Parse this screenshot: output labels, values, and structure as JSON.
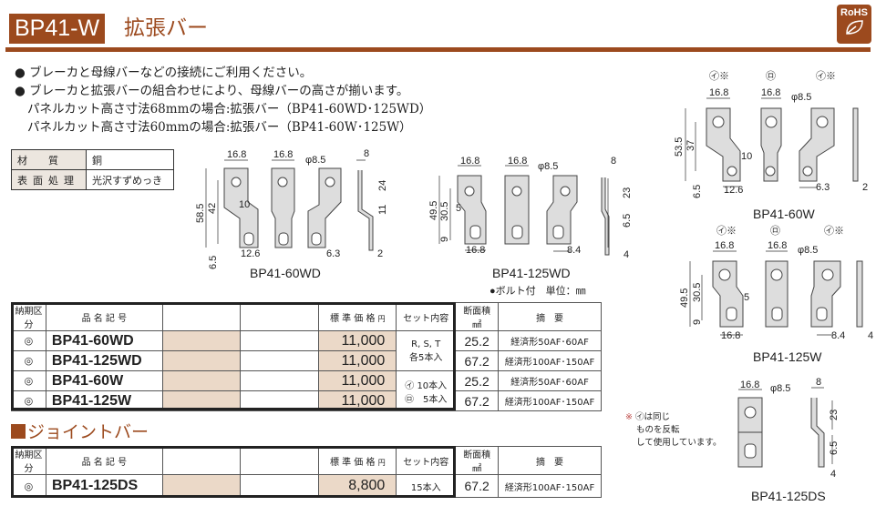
{
  "header": {
    "model": "BP41-W",
    "title": "拡張バー",
    "rohs": "RoHS",
    "brand_color": "#9c4a1e"
  },
  "bullets": [
    "● ブレーカと母線バーなどの接続にご利用ください。",
    "● ブレーカと拡張バーの組合わせにより、母線バーの高さが揃います。",
    "パネルカット高さ寸法68mmの場合:拡張バー（BP41-60WD･125WD）",
    "パネルカット高さ寸法60mmの場合:拡張バー（BP41-60W･125W）"
  ],
  "material": [
    {
      "k": "材　質",
      "v": "銅"
    },
    {
      "k": "表面処理",
      "v": "光沢すずめっき"
    }
  ],
  "table_headers": {
    "delivery": "納期区分",
    "name": "品 名 記 号",
    "price": "標 準 価 格",
    "yen": "円",
    "set": "セット内容",
    "area": "断面積",
    "area_unit": "㎟",
    "note": "摘　要"
  },
  "products": [
    {
      "mark": "◎",
      "name": "BP41-60WD",
      "price": "11,000",
      "area": "25.2",
      "note": "経済形50AF･60AF"
    },
    {
      "mark": "◎",
      "name": "BP41-125WD",
      "price": "11,000",
      "area": "67.2",
      "note": "経済形100AF･150AF"
    },
    {
      "mark": "◎",
      "name": "BP41-60W",
      "price": "11,000",
      "area": "25.2",
      "note": "経済形50AF･60AF"
    },
    {
      "mark": "◎",
      "name": "BP41-125W",
      "price": "11,000",
      "area": "67.2",
      "note": "経済形100AF･150AF"
    }
  ],
  "set_contents": {
    "wd_1": "R, S, T",
    "wd_2": "各5本入",
    "w_1": "㋑ 10本入",
    "w_2": "㋺　5本入"
  },
  "joint": {
    "title": "ジョイントバー",
    "product": {
      "mark": "◎",
      "name": "BP41-125DS",
      "price": "8,800",
      "set": "15本入",
      "area": "67.2",
      "note": "経済形100AF･150AF"
    }
  },
  "drawings": {
    "d60wd": {
      "caption": "BP41-60WD",
      "dims": [
        "16.8",
        "16.8",
        "φ8.5",
        "8",
        "58.5",
        "42",
        "10",
        "12.6",
        "6.5",
        "24",
        "11",
        "6.3",
        "2"
      ]
    },
    "d125wd": {
      "caption": "BP41-125WD",
      "dims": [
        "16.8",
        "16.8",
        "φ8.5",
        "8",
        "49.5",
        "30.5",
        "5",
        "9",
        "16.8",
        "8.4",
        "23",
        "6.5",
        "4"
      ],
      "bolt_note": "●ボルト付　単位：㎜"
    },
    "d60w": {
      "caption": "BP41-60W",
      "marks": [
        "㋑※",
        "㋺",
        "㋑※"
      ],
      "dims": [
        "16.8",
        "16.8",
        "φ8.5",
        "53.5",
        "37",
        "10",
        "6.5",
        "12.6",
        "6.3",
        "2"
      ]
    },
    "d125w": {
      "caption": "BP41-125W",
      "marks": [
        "㋑※",
        "㋺",
        "㋑※"
      ],
      "dims": [
        "16.8",
        "16.8",
        "φ8.5",
        "49.5",
        "30.5",
        "5",
        "9",
        "16.8",
        "8.4",
        "4"
      ]
    },
    "d125ds": {
      "caption": "BP41-125DS",
      "dims": [
        "16.8",
        "φ8.5",
        "8",
        "23",
        "6.5",
        "4"
      ]
    }
  },
  "reversal_note": {
    "mark": "※",
    "lines": [
      "㋑は同じ",
      "ものを反転",
      "して使用しています。"
    ]
  }
}
